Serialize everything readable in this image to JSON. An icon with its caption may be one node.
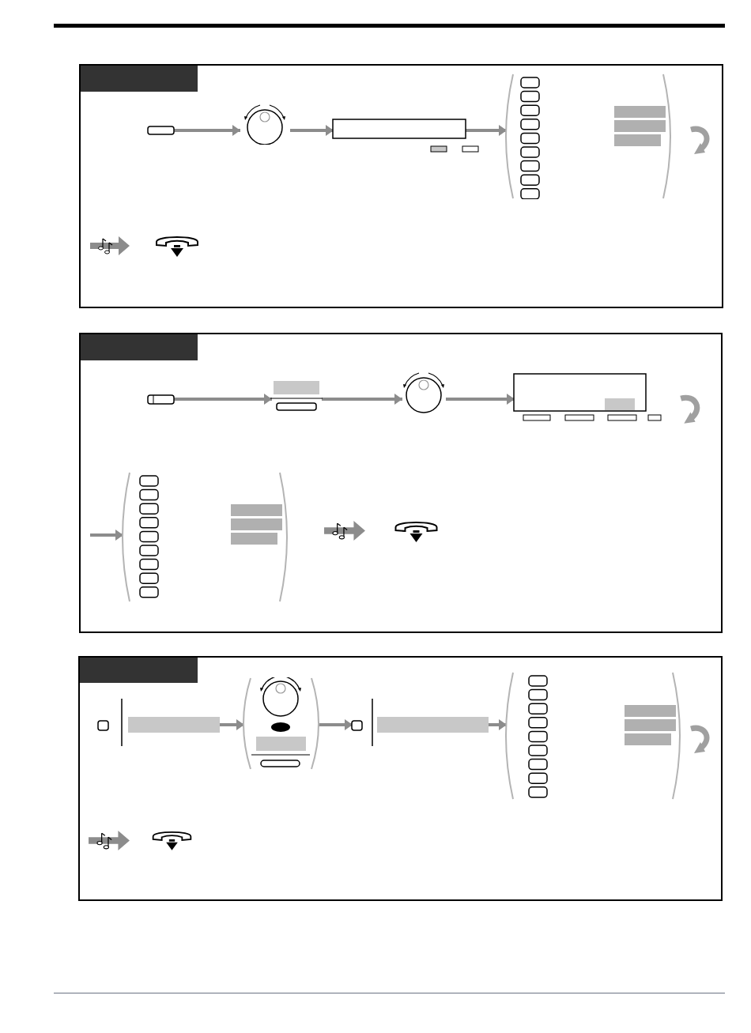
{
  "diagram": {
    "nodes": [
      {
        "text": [],
        "shape": "box"
      },
      {
        "text": [],
        "shape": "bar",
        "in": 0
      },
      {
        "text": [],
        "shape": "box",
        "in": 0
      },
      {
        "text": [],
        "shape": "circle",
        "in": 0
      },
      {
        "text": [],
        "shape": "box",
        "in": 0
      },
      {
        "text": [],
        "shape": "bracket",
        "in": 0
      },
      {
        "text": [],
        "shape": "box"
      },
      {
        "text": [],
        "shape": "bar",
        "in": 6
      },
      {
        "text": [],
        "shape": "box",
        "in": 6
      },
      {
        "text": [],
        "shape": "box",
        "in": 6
      },
      {
        "text": [],
        "shape": "circle",
        "in": 6
      },
      {
        "text": [],
        "shape": "box",
        "in": 6
      },
      {
        "text": [],
        "shape": "bracket",
        "in": 6
      },
      {
        "text": [],
        "shape": "box"
      },
      {
        "text": [],
        "shape": "bar",
        "in": 13
      },
      {
        "text": [],
        "shape": "box",
        "in": 13
      },
      {
        "text": [],
        "shape": "bracket",
        "in": 13
      },
      {
        "text": [],
        "shape": "box",
        "in": 13
      },
      {
        "text": [],
        "shape": "bracket",
        "in": 13
      }
    ],
    "edges": [
      {
        "from": 2,
        "to": 3,
        "arrow": "to"
      },
      {
        "from": 3,
        "to": 4,
        "arrow": "to"
      },
      {
        "from": 4,
        "to": 5,
        "arrow": "to"
      },
      {
        "from": 8,
        "to": 9,
        "arrow": "to"
      },
      {
        "from": 9,
        "to": 10,
        "arrow": "to"
      },
      {
        "from": 10,
        "to": 11,
        "arrow": "to"
      },
      {
        "from": null,
        "to": 12,
        "arrow": "to"
      },
      {
        "from": 15,
        "to": 16,
        "arrow": "to"
      },
      {
        "from": 16,
        "to": 17,
        "arrow": "to"
      },
      {
        "from": 17,
        "to": 18,
        "arrow": "to"
      }
    ]
  }
}
